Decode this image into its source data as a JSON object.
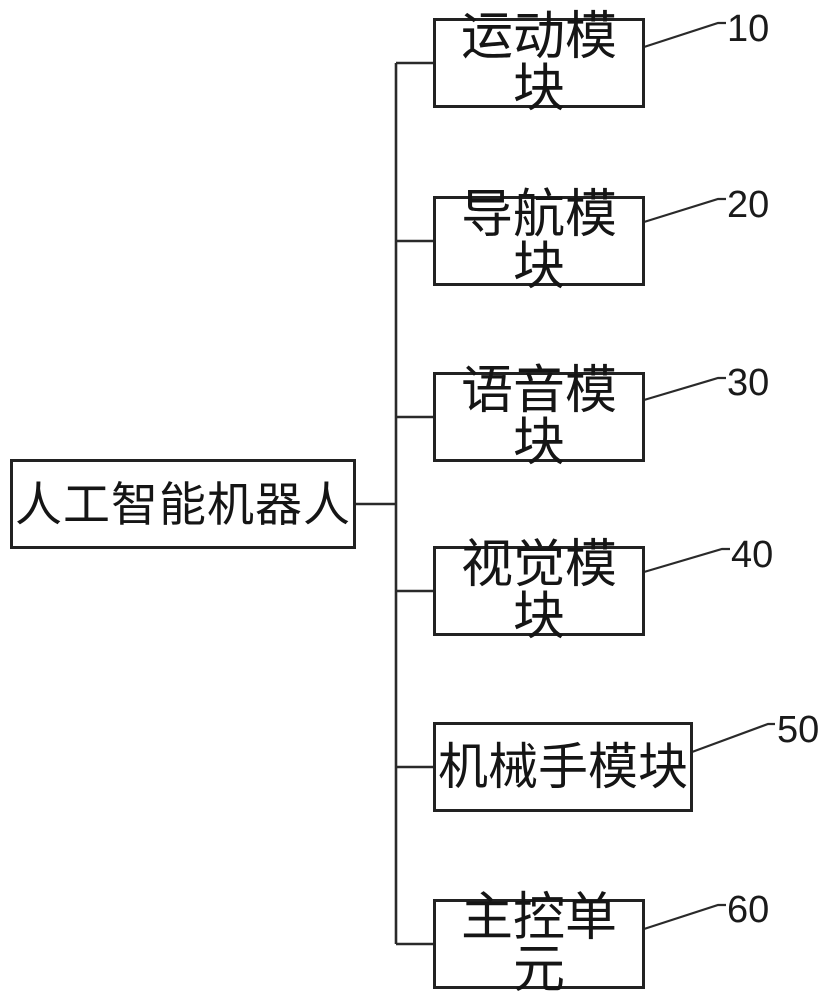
{
  "diagram": {
    "title_semantic": "AI robot block diagram",
    "root": {
      "label": "人工智能机器人"
    },
    "modules": [
      {
        "label": "运动模块",
        "ref": "10"
      },
      {
        "label": "导航模块",
        "ref": "20"
      },
      {
        "label": "语音模块",
        "ref": "30"
      },
      {
        "label": "视觉模块",
        "ref": "40"
      },
      {
        "label": "机械手模块",
        "ref": "50"
      },
      {
        "label": "主控单元",
        "ref": "60"
      }
    ],
    "colors": {
      "line": "#2a2a2a",
      "box_border": "#222222",
      "background": "#ffffff",
      "text": "#151515"
    }
  }
}
